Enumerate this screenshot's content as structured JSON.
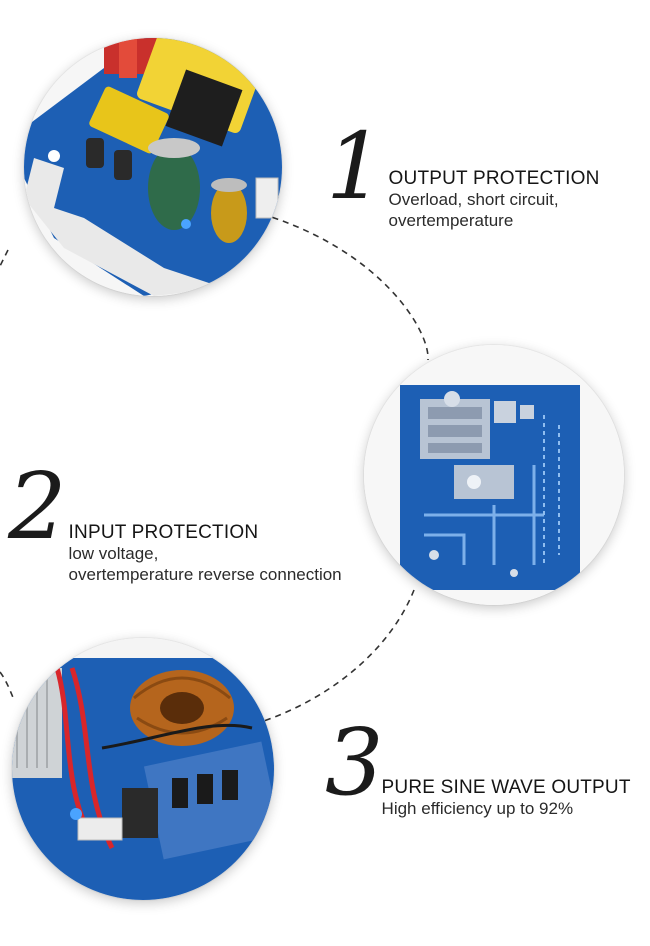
{
  "features": [
    {
      "number": "1",
      "title": "OUTPUT PROTECTION",
      "lines": [
        "Overload, short circuit,",
        "overtemperature"
      ]
    },
    {
      "number": "2",
      "title": "INPUT PROTECTION",
      "lines": [
        "low voltage,",
        "overtemperature reverse connection"
      ]
    },
    {
      "number": "3",
      "title": "PURE SINE WAVE OUTPUT",
      "lines": [
        "High efficiency up to 92%"
      ]
    }
  ],
  "colors": {
    "pcb_blue": "#1d5fb4",
    "capacitor_green": "#2f6b4a",
    "capacitor_yellow": "#e8b51a",
    "transformer_yellow": "#f2d335",
    "copper_coil": "#b5651d",
    "wire_red": "#d8262b",
    "dashed_line": "#333333"
  },
  "icons": [
    "pcb-photo-output-stage",
    "pcb-photo-board-top",
    "pcb-photo-input-stage"
  ]
}
